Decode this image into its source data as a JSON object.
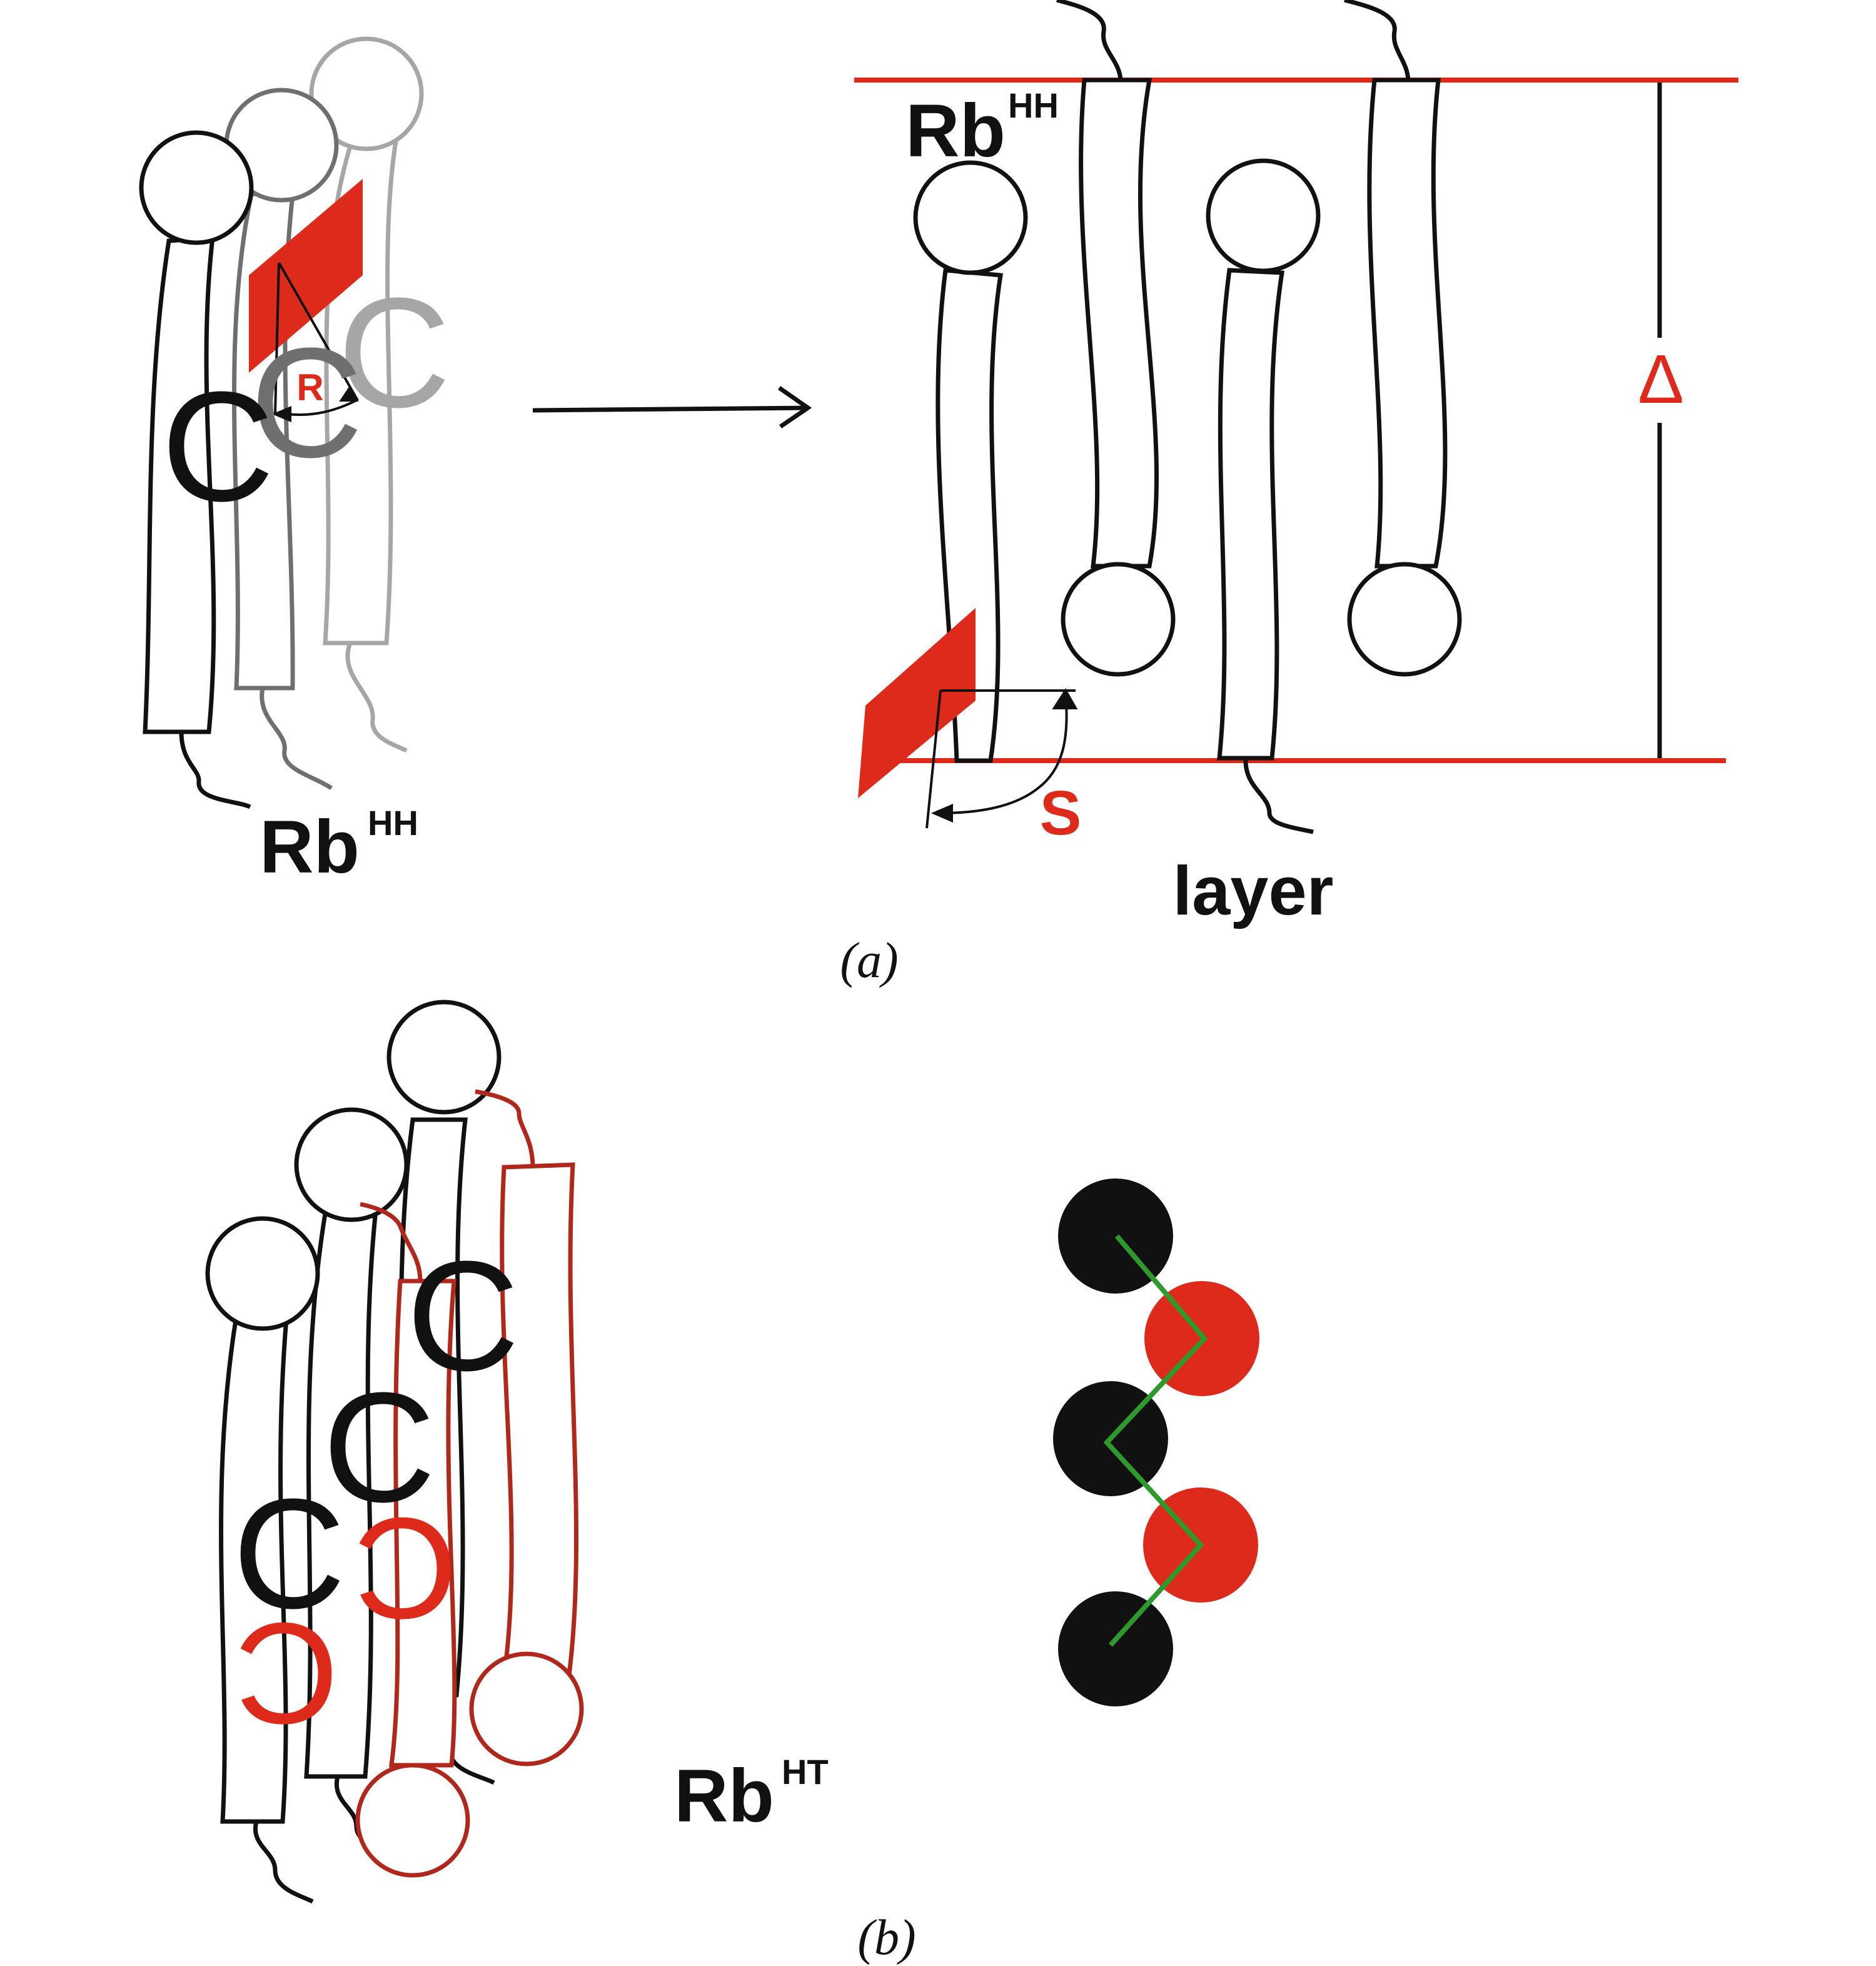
{
  "colors": {
    "red": "#dd2a1b",
    "dark_red": "#b0281c",
    "green": "#2e9a2e",
    "black": "#111111",
    "gray": "#6f6f6f",
    "light_gray": "#a6a6a6"
  },
  "panel_a": {
    "label_rb_left": "Rb",
    "label_rb_left_sup": "HH",
    "label_rb_right": "Rb",
    "label_rb_right_sup": "HH",
    "label_r": "R",
    "label_s": "S",
    "label_layer": "layer",
    "label_delta": "Δ",
    "label_c_black": "C",
    "label_c_gray": "C",
    "label_c_light": "C",
    "caption_open": "(",
    "caption_letter": "a",
    "caption_close": ")"
  },
  "panel_b": {
    "label_rb": "Rb",
    "label_rb_sup": "HT",
    "label_c_1": "C",
    "label_c_2": "C",
    "label_c_3": "C",
    "label_c_red_1": "C",
    "label_c_red_2": "C",
    "caption_open": "(",
    "caption_letter": "b",
    "caption_close": ")"
  },
  "icons": {
    "arrow": "right-arrow-icon",
    "molecule_chain": "zigzag-molecule-icon"
  }
}
